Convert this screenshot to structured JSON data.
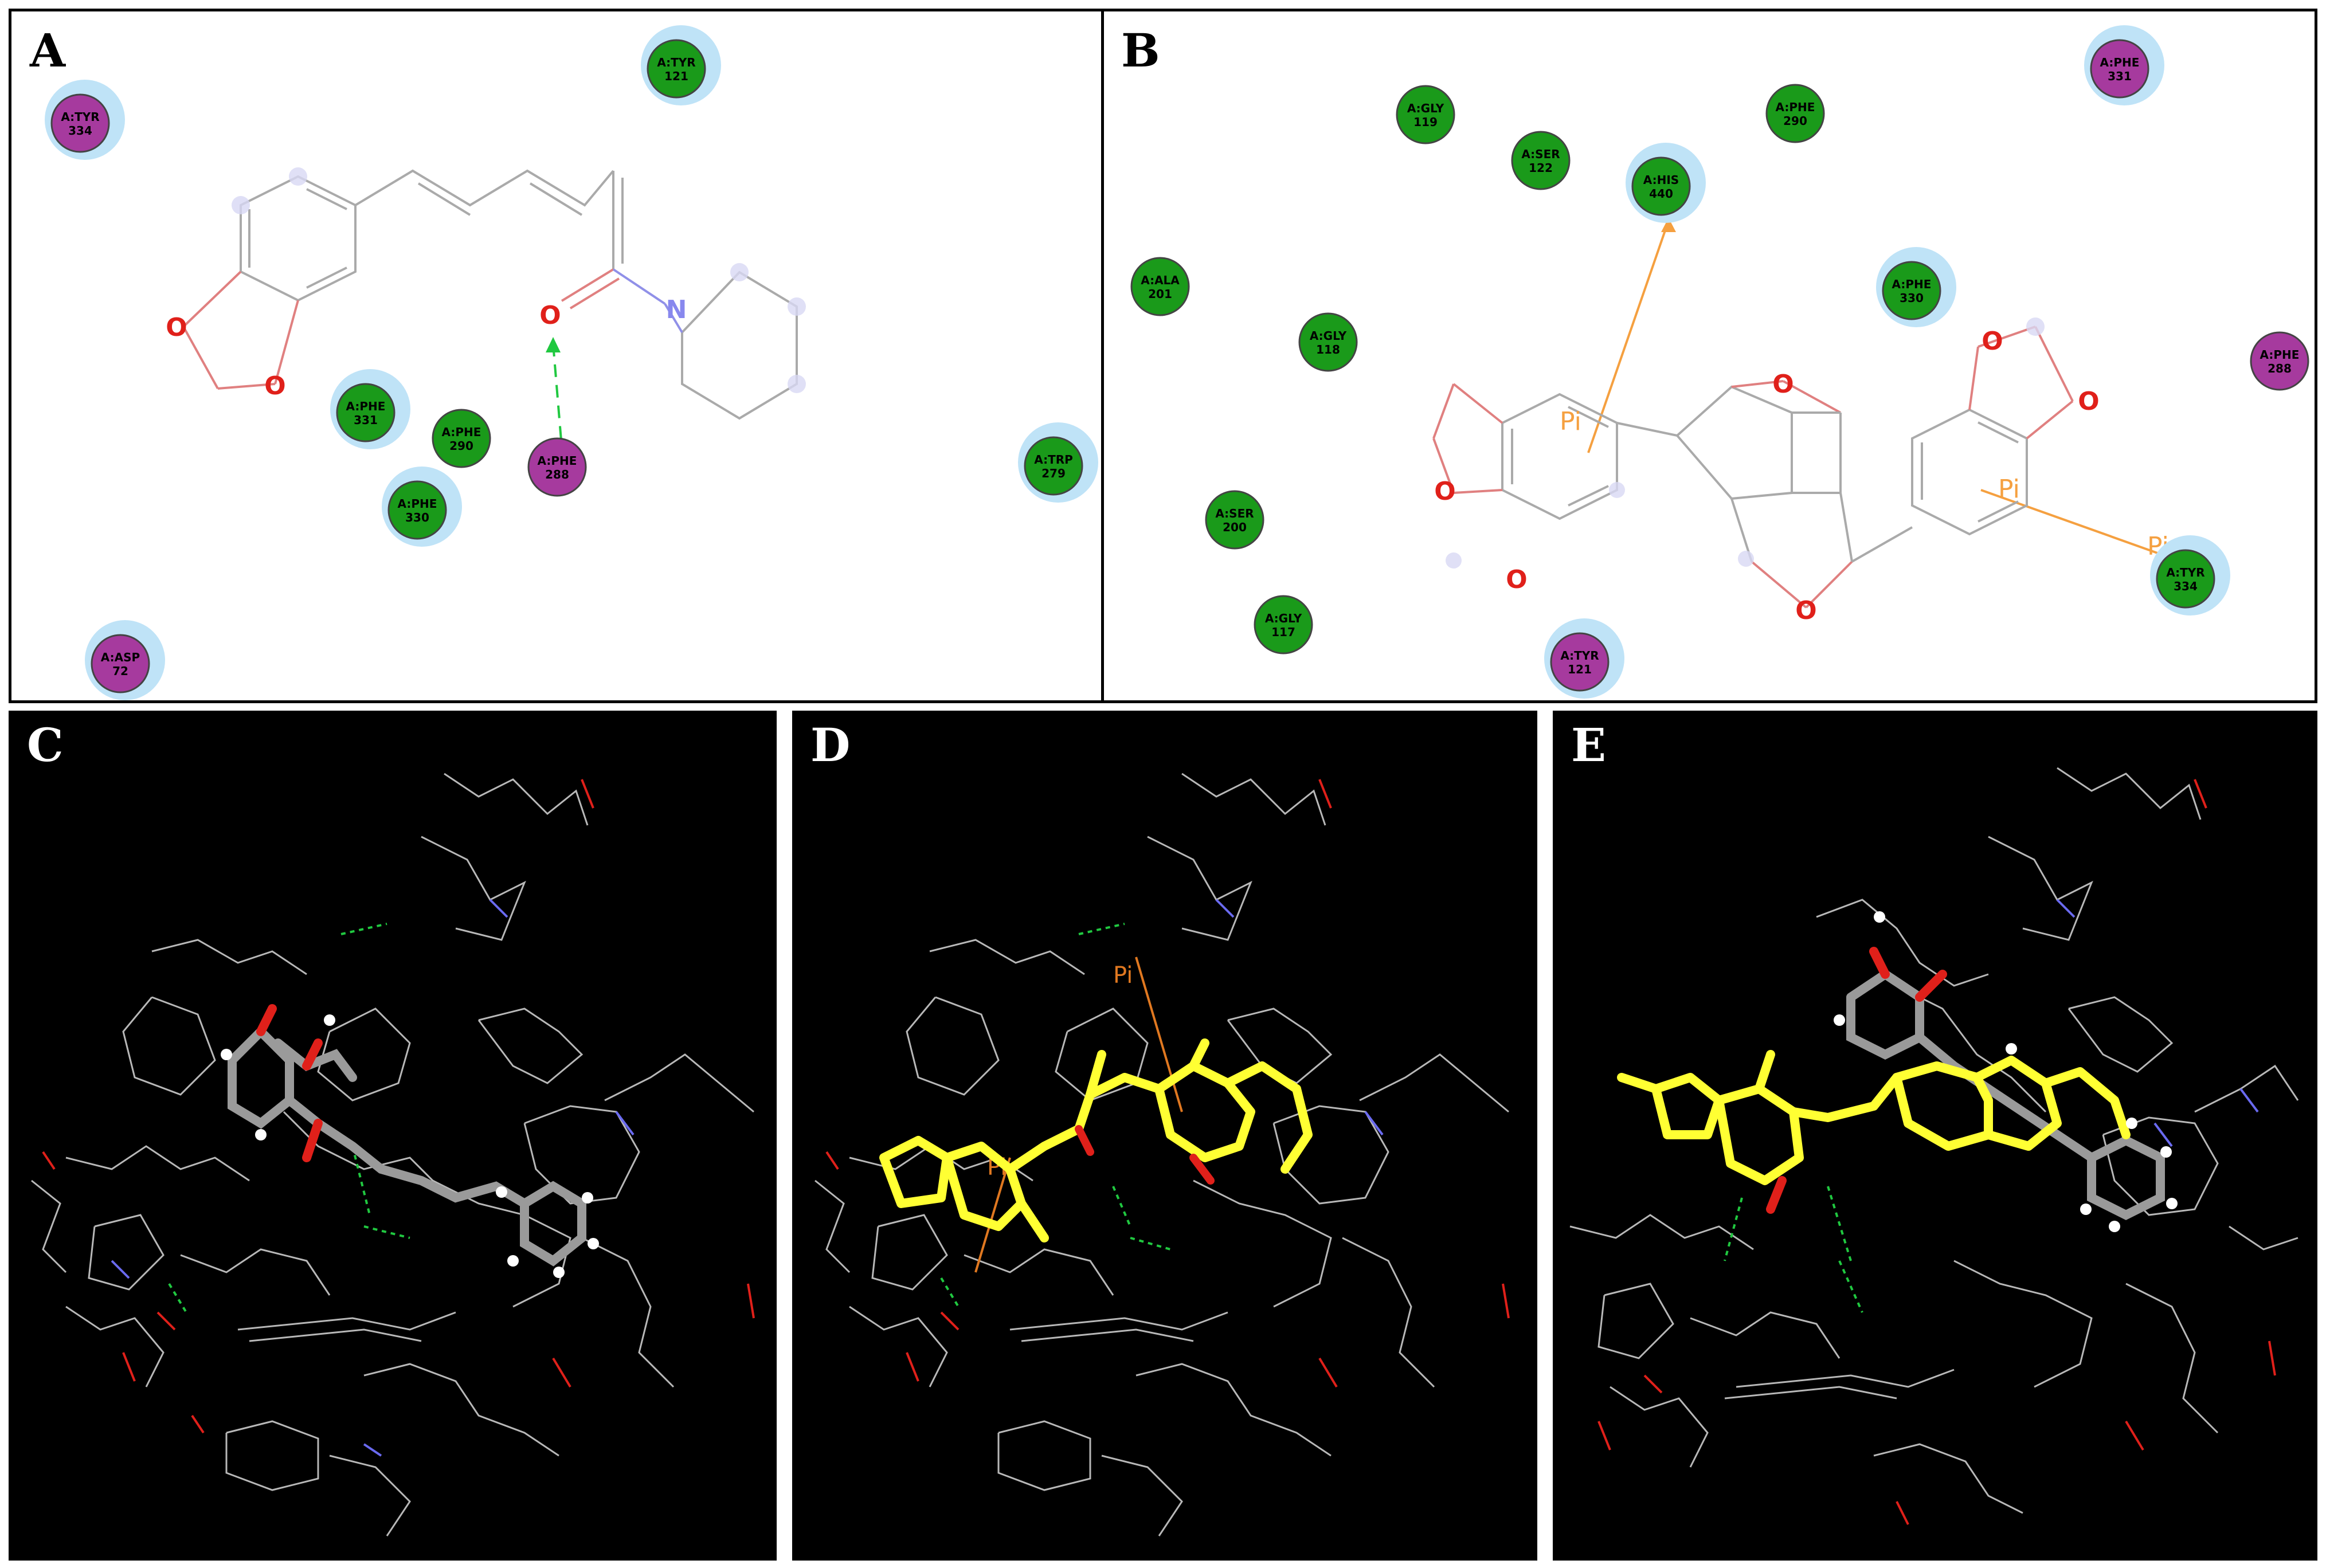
{
  "panels": {
    "A": {
      "label": "A",
      "residues": [
        {
          "id": "tyr334",
          "name": "A:TYR",
          "num": "334",
          "kind": "magenta",
          "halo": true
        },
        {
          "id": "tyr121",
          "name": "A:TYR",
          "num": "121",
          "kind": "green",
          "halo": true
        },
        {
          "id": "phe331",
          "name": "A:PHE",
          "num": "331",
          "kind": "green",
          "halo": true
        },
        {
          "id": "phe290",
          "name": "A:PHE",
          "num": "290",
          "kind": "green",
          "halo": false
        },
        {
          "id": "phe288",
          "name": "A:PHE",
          "num": "288",
          "kind": "magenta",
          "halo": false
        },
        {
          "id": "phe330",
          "name": "A:PHE",
          "num": "330",
          "kind": "green",
          "halo": true
        },
        {
          "id": "trp279",
          "name": "A:TRP",
          "num": "279",
          "kind": "green",
          "halo": true
        },
        {
          "id": "asp72",
          "name": "A:ASP",
          "num": "72",
          "kind": "magenta",
          "halo": true
        }
      ],
      "atoms": {
        "o1": "O",
        "o2": "O",
        "o3": "O",
        "n1": "N"
      }
    },
    "B": {
      "label": "B",
      "residues": [
        {
          "id": "gly119",
          "name": "A:GLY",
          "num": "119",
          "kind": "green",
          "halo": false
        },
        {
          "id": "ser122",
          "name": "A:SER",
          "num": "122",
          "kind": "green",
          "halo": false
        },
        {
          "id": "phe290",
          "name": "A:PHE",
          "num": "290",
          "kind": "green",
          "halo": false
        },
        {
          "id": "phe331",
          "name": "A:PHE",
          "num": "331",
          "kind": "magenta",
          "halo": true
        },
        {
          "id": "his440",
          "name": "A:HIS",
          "num": "440",
          "kind": "green",
          "halo": true
        },
        {
          "id": "ala201",
          "name": "A:ALA",
          "num": "201",
          "kind": "green",
          "halo": false
        },
        {
          "id": "gly118",
          "name": "A:GLY",
          "num": "118",
          "kind": "green",
          "halo": false
        },
        {
          "id": "phe330",
          "name": "A:PHE",
          "num": "330",
          "kind": "green",
          "halo": true
        },
        {
          "id": "phe288",
          "name": "A:PHE",
          "num": "288",
          "kind": "magenta",
          "halo": false
        },
        {
          "id": "ser200",
          "name": "A:SER",
          "num": "200",
          "kind": "green",
          "halo": false
        },
        {
          "id": "gly117",
          "name": "A:GLY",
          "num": "117",
          "kind": "green",
          "halo": false
        },
        {
          "id": "tyr121",
          "name": "A:TYR",
          "num": "121",
          "kind": "magenta",
          "halo": true
        },
        {
          "id": "tyr334",
          "name": "A:TYR",
          "num": "334",
          "kind": "green",
          "halo": true
        }
      ],
      "atoms": {
        "o1": "O",
        "o2": "O",
        "o3": "O",
        "o4": "O",
        "o5": "O",
        "o6": "O"
      },
      "pi_labels": [
        "Pi",
        "Pi",
        "Pi"
      ]
    },
    "C": {
      "label": "C"
    },
    "D": {
      "label": "D",
      "pi_labels": [
        "Pi",
        "Pi"
      ]
    },
    "E": {
      "label": "E"
    }
  },
  "colors": {
    "green_residue": "#1a9a1a",
    "magenta_residue": "#a63a9e",
    "halo": "#bfe3f7",
    "oxygen": "#e0201a",
    "nitrogen": "#8888ee",
    "hbond": "#20c840",
    "pi": "#f5a040",
    "ligand_yellow": "#ffff33",
    "bond_grey": "#aaaaaa"
  }
}
